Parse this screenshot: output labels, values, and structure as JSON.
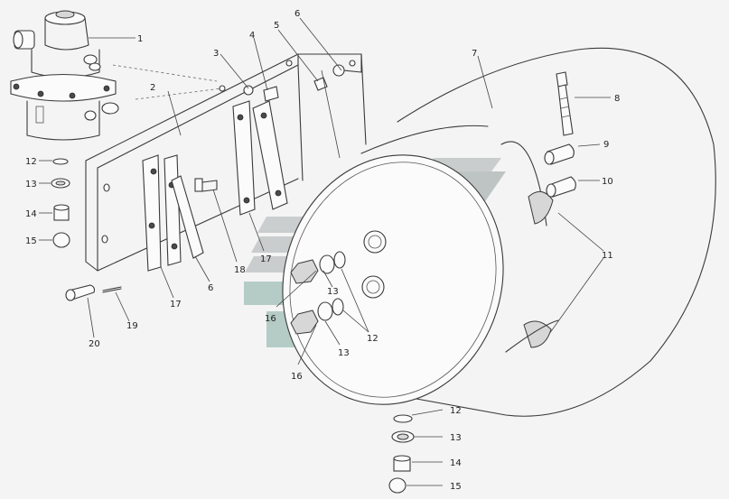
{
  "callouts": [
    "1",
    "2",
    "3",
    "4",
    "5",
    "6",
    "7",
    "8",
    "9",
    "10",
    "11",
    "12",
    "13",
    "14",
    "15",
    "16",
    "17",
    "18",
    "19",
    "20"
  ],
  "labels": {
    "c1": "1",
    "c2": "2",
    "c3": "3",
    "c4": "4",
    "c5": "5",
    "c6_top": "6",
    "c7": "7",
    "c8": "8",
    "c9": "9",
    "c10": "10",
    "c11": "11",
    "c12_left": "12",
    "c13_left": "13",
    "c14_left": "14",
    "c15_left": "15",
    "c12_mid": "12",
    "c13_mid_a": "13",
    "c13_mid_b": "13",
    "c12_bot": "12",
    "c13_bot": "13",
    "c14_bot": "14",
    "c15_bot": "15",
    "c16_a": "16",
    "c16_b": "16",
    "c17_a": "17",
    "c17_b": "17",
    "c18": "18",
    "c6_mid": "6",
    "c19": "19",
    "c20": "20"
  },
  "watermark_colors": {
    "gray": "#bfc4c4",
    "green": "#9fc1b8"
  },
  "line_color": "#3a3a3a"
}
